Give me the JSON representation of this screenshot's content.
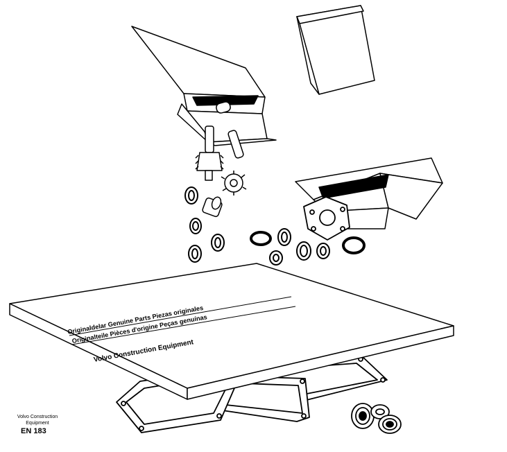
{
  "illustration": {
    "booklet": {
      "line1": "Originaldelar Genuine Parts Piezas originales",
      "line2": "Originalteile Pièces d'origine Peças genuínas",
      "line3": "Volvo Construction Equipment"
    }
  },
  "caption": {
    "manufacturer_line1": "Volvo Construction",
    "manufacturer_line2": "Equipment",
    "code": "EN 183"
  },
  "colors": {
    "ink": "#000000",
    "paper": "#ffffff"
  }
}
